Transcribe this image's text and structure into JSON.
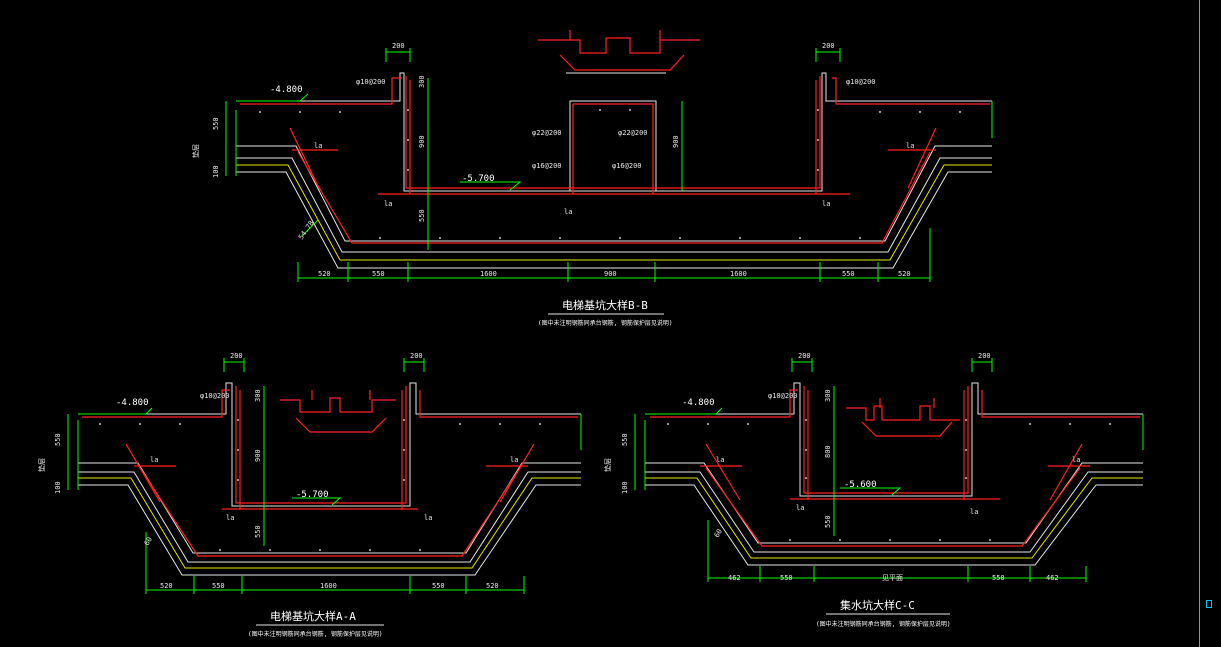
{
  "colors": {
    "background": "#000000",
    "dimension": "#00ff00",
    "rebar": "#ff2020",
    "concrete": "#e6e6e6",
    "waterproof": "#e6e600",
    "frame": "#00c8ff"
  },
  "section_bb": {
    "title": "电梯基坑大样B-B",
    "note": "(图中未注明钢筋同承台钢筋, 钢筋保护层见说明)",
    "elev_top": "-4.800",
    "elev_bottom": "-5.700",
    "angle": "54.78",
    "dims_bottom": [
      "520",
      "550",
      "1600",
      "900",
      "1600",
      "550",
      "520"
    ],
    "dims_top": [
      "200",
      "200"
    ],
    "dims_vert": [
      "550",
      "100",
      "300",
      "900",
      "550",
      "900"
    ],
    "rebar_labels": [
      "φ10@200",
      "φ22@200",
      "φ22@200",
      "φ16@200",
      "φ16@200",
      "φ10@200"
    ],
    "la": "la",
    "layer": "垫层"
  },
  "section_aa": {
    "title": "电梯基坑大样A-A",
    "note": "(图中未注明钢筋同承台钢筋, 钢筋保护层见说明)",
    "elev_top": "-4.800",
    "elev_bottom": "-5.700",
    "angle": "60",
    "dims_bottom": [
      "520",
      "550",
      "1600",
      "550",
      "520"
    ],
    "dims_top": [
      "200",
      "200"
    ],
    "dims_vert": [
      "550",
      "100",
      "300",
      "900",
      "550"
    ],
    "rebar_labels": [
      "φ10@200"
    ],
    "la": "la",
    "layer": "垫层"
  },
  "section_cc": {
    "title": "集水坑大样C-C",
    "note": "(图中未注明钢筋同承台钢筋, 钢筋保护层见说明)",
    "elev_top": "-4.800",
    "elev_bottom": "-5.600",
    "angle": "60",
    "dims_bottom": [
      "462",
      "550",
      "见平面",
      "550",
      "462"
    ],
    "dims_top": [
      "200",
      "200"
    ],
    "dims_vert": [
      "550",
      "100",
      "300",
      "800",
      "550"
    ],
    "rebar_labels": [
      "φ10@200"
    ],
    "la": "la",
    "layer": "垫层"
  }
}
